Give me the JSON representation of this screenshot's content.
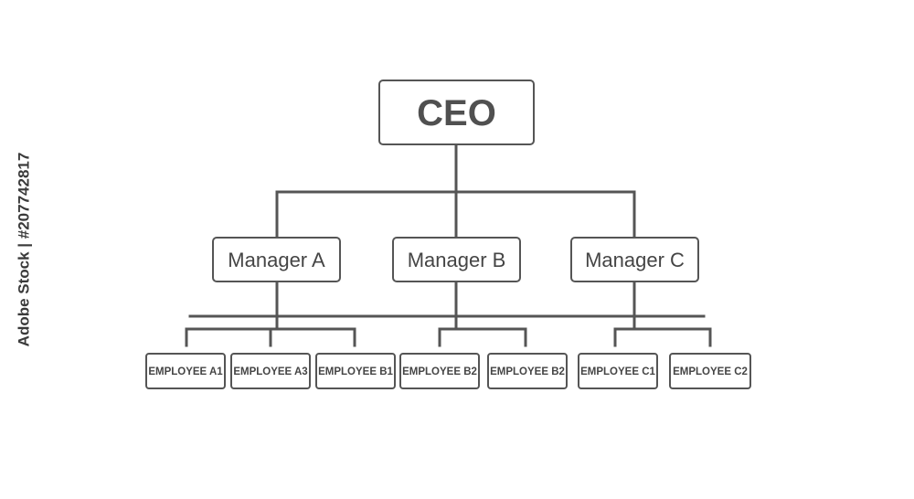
{
  "chart": {
    "ceo": "CEO",
    "managers": [
      "Manager A",
      "Manager B",
      "Manager C"
    ],
    "employees": [
      "EMPLOYEE A1",
      "EMPLOYEE A3",
      "EMPLOYEE B1",
      "EMPLOYEE B2",
      "EMPLOYEE B2",
      "EMPLOYEE C1",
      "EMPLOYEE C2"
    ]
  },
  "colors": {
    "line": "#555555",
    "text": "#454545",
    "background": "#ffffff"
  },
  "watermark": {
    "text": "Adobe Stock | #207742817"
  }
}
